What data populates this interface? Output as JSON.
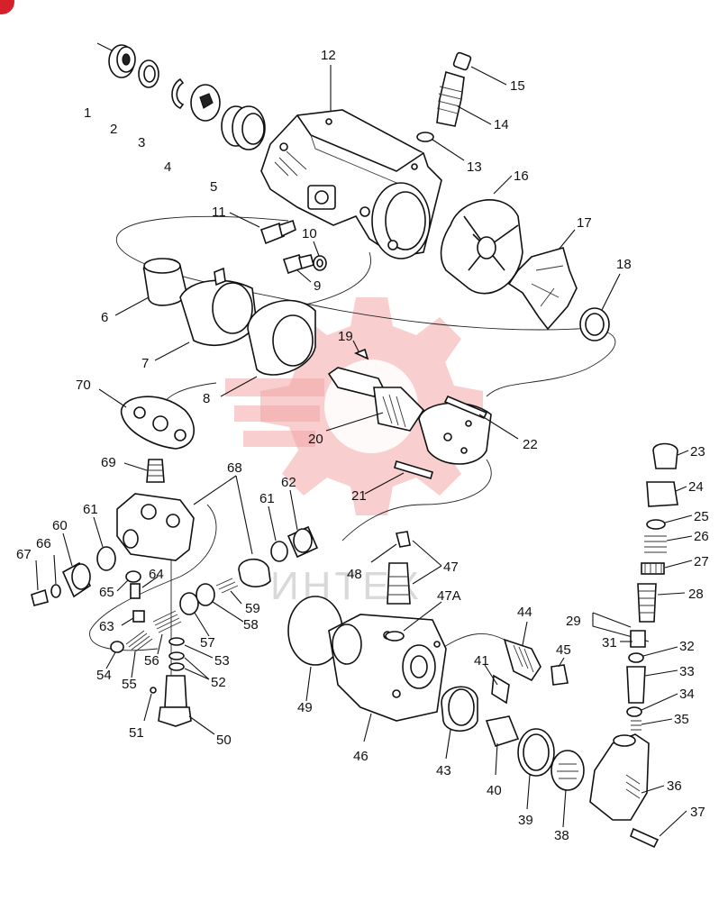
{
  "diagram": {
    "watermark_text": "ИНТЕХ",
    "callouts": [
      "1",
      "2",
      "3",
      "4",
      "5",
      "6",
      "7",
      "8",
      "9",
      "10",
      "11",
      "12",
      "13",
      "14",
      "15",
      "16",
      "17",
      "18",
      "19",
      "20",
      "21",
      "22",
      "23",
      "24",
      "25",
      "26",
      "27",
      "28",
      "29",
      "31",
      "32",
      "33",
      "34",
      "35",
      "36",
      "37",
      "38",
      "39",
      "40",
      "41",
      "43",
      "44",
      "45",
      "46",
      "47",
      "47A",
      "48",
      "49",
      "50",
      "51",
      "52",
      "53",
      "54",
      "55",
      "56",
      "57",
      "58",
      "59",
      "60",
      "61",
      "62",
      "63",
      "64",
      "65",
      "66",
      "67",
      "68",
      "69",
      "70"
    ]
  }
}
